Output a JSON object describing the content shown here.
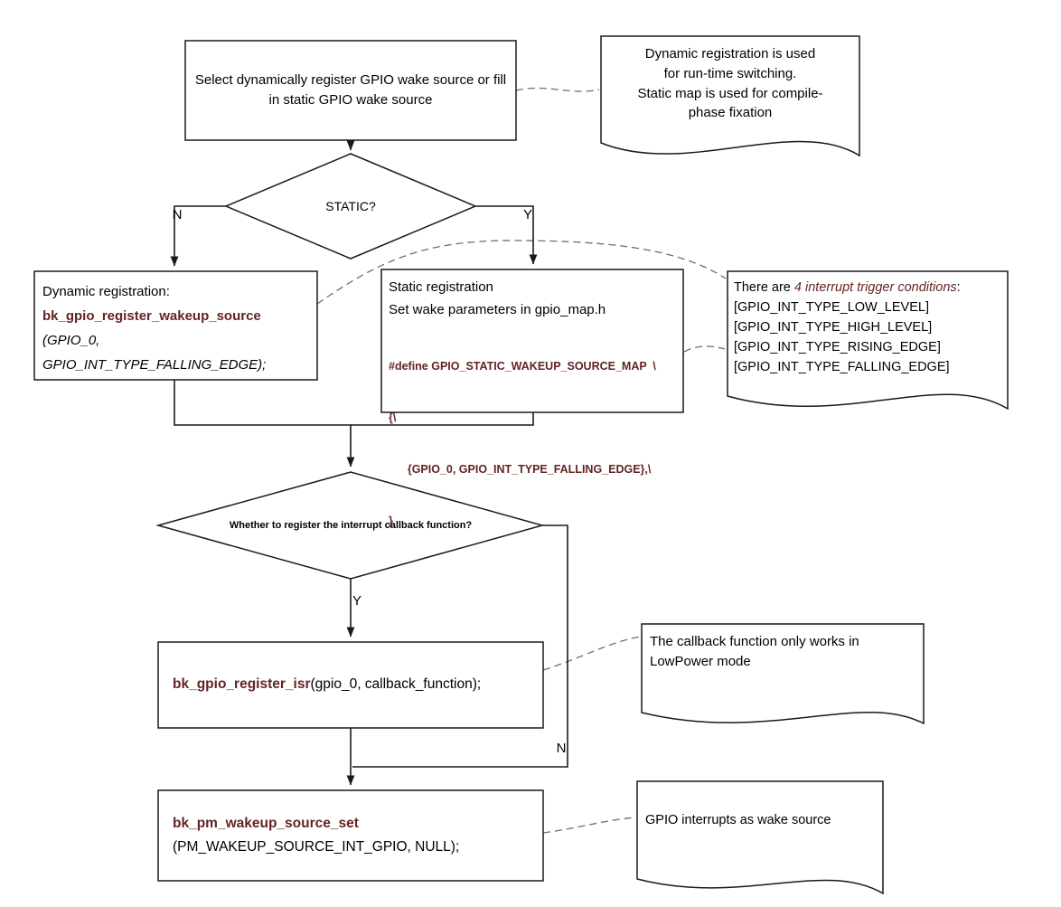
{
  "colors": {
    "accent": "#632423",
    "line": "#1a1a1a"
  },
  "labels": {
    "static_no": "N",
    "static_yes": "Y",
    "callback_yes": "Y",
    "callback_no": "N"
  },
  "select_box": {
    "text": "Select dynamically register GPIO wake source or fill in static GPIO wake source"
  },
  "doc_top": {
    "lines": [
      "Dynamic registration is used",
      "for run-time switching.",
      "Static map is used for compile-",
      "phase fixation"
    ]
  },
  "diamond_static": {
    "text": "STATIC?"
  },
  "dynamic_box": {
    "line1": "Dynamic registration:",
    "func": "bk_gpio_register_wakeup_source",
    "arg1": "(GPIO_0,",
    "arg2": "GPIO_INT_TYPE_FALLING_EDGE);"
  },
  "static_box": {
    "line1": "Static registration",
    "line2": "Set wake parameters in gpio_map.h",
    "code": [
      "#define GPIO_STATIC_WAKEUP_SOURCE_MAP  \\",
      "{\\",
      "      {GPIO_0, GPIO_INT_TYPE_FALLING_EDGE},\\",
      "}"
    ]
  },
  "doc_triggers": {
    "intro_prefix": "There are ",
    "intro_em": "4 interrupt trigger conditions",
    "intro_suffix": ":",
    "items": [
      "[GPIO_INT_TYPE_LOW_LEVEL]",
      "[GPIO_INT_TYPE_HIGH_LEVEL]",
      "[GPIO_INT_TYPE_RISING_EDGE]",
      "[GPIO_INT_TYPE_FALLING_EDGE]"
    ]
  },
  "diamond_callback": {
    "text": "Whether to register the interrupt callback function?"
  },
  "isr_box": {
    "func": "bk_gpio_register_isr",
    "args": "(gpio_0, callback_function);"
  },
  "doc_callback": {
    "text": "The callback function only works in LowPower mode"
  },
  "pm_box": {
    "func": "bk_pm_wakeup_source_set",
    "args": "(PM_WAKEUP_SOURCE_INT_GPIO, NULL);"
  },
  "doc_wake": {
    "text": "GPIO interrupts as wake source"
  }
}
